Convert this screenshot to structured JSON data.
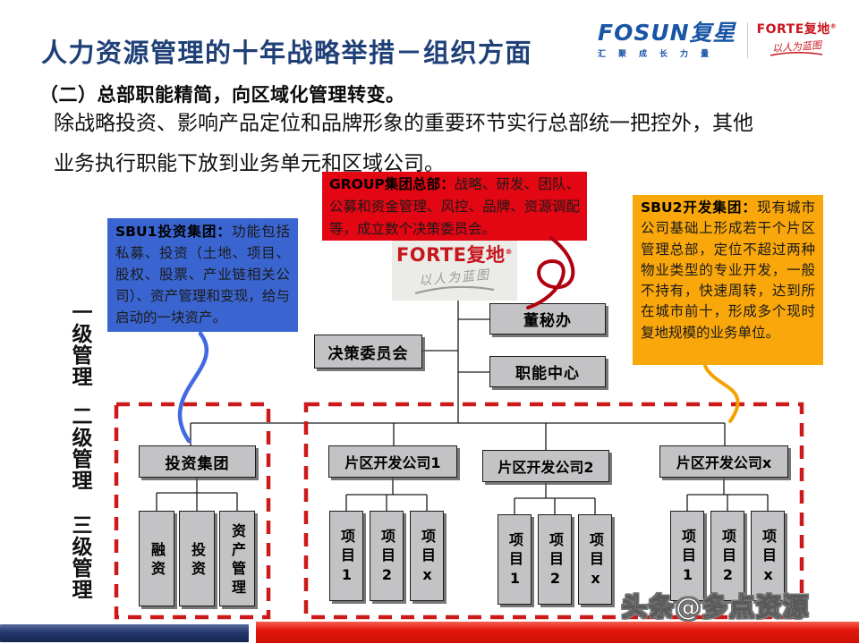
{
  "slide": {
    "title": "人力资源管理的十年战略举措－组织方面",
    "watermark": "头条@多点资源"
  },
  "logos": {
    "fosun_text": "FOSUN复星",
    "fosun_tagline": "汇聚成长力量",
    "forte_text": "FORTE复地",
    "registered_mark": "®",
    "forte_slogan": "以人为蓝图"
  },
  "intro": {
    "subtitle": "（二）总部职能精简，向区域化管理转变。",
    "body_line1": "除战略投资、影响产品定位和品牌形象的重要环节实行总部统一把控外，其他",
    "body_line2": "业务执行职能下放到业务单元和区域公司。"
  },
  "callouts": {
    "group": {
      "heading": "GROUP集团总部：",
      "body": "战略、研发、团队、公募和资金管理、风控、品牌、资源调配等，成立数个决策委员会。"
    },
    "sbu1": {
      "heading": "SBU1投资集团：",
      "body": "功能包括私募、投资（土地、项目、股权、股票、产业链相关公司）、资产管理和变现，给与启动的一块资产。"
    },
    "sbu2": {
      "heading": "SBU2开发集团：",
      "body": "现有城市公司基础上形成若干个片区管理总部，定位不超过两种物业类型的专业开发，一般不持有，快速周转，达到所在城市前十，形成多个现时复地规模的业务单位。"
    }
  },
  "org": {
    "center_logo": {
      "brand": "FORTE复地",
      "slogan": "以人为蓝图"
    },
    "staff": [
      "董秘办",
      "职能中心"
    ],
    "committee": "决策委员会",
    "units": [
      {
        "label": "投资集团",
        "children": [
          "融资",
          "投资",
          "资产管理"
        ]
      },
      {
        "label": "片区开发公司1",
        "children": [
          "项目1",
          "项目2",
          "项目x"
        ]
      },
      {
        "label": "片区开发公司2",
        "children": [
          "项目1",
          "项目2",
          "项目x"
        ]
      },
      {
        "label": "片区开发公司x",
        "children": [
          "项目1",
          "项目2",
          "项目x"
        ]
      }
    ]
  },
  "levels": [
    "一级管理",
    "二级管理",
    "三级管理"
  ],
  "colors": {
    "title_blue": "#1F4077",
    "fosun_blue": "#1955A5",
    "forte_red": "#C8161D",
    "group_red": "#E30613",
    "sbu1_blue": "#3A65D0",
    "sbu2_orange": "#F9A70A",
    "node_gray": "#C3C3C5",
    "dashed_red": "#CC1A1A",
    "bar_navy": "#24386E",
    "bar_red": "#E3170D"
  }
}
